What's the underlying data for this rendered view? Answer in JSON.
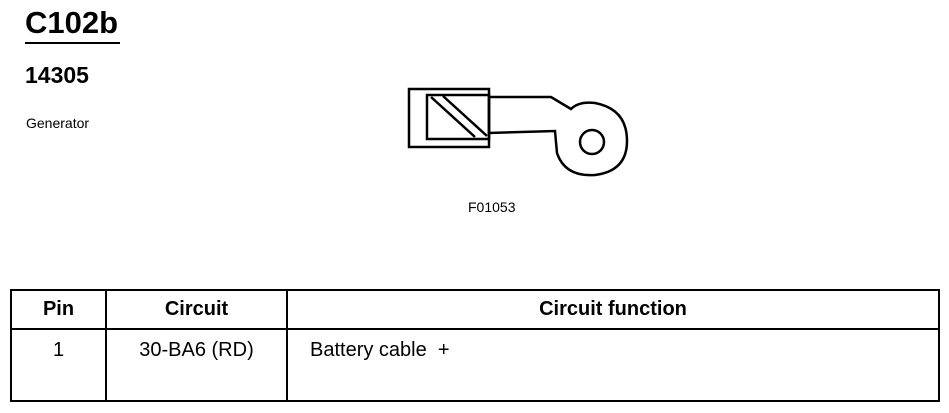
{
  "connector": {
    "id": "C102b",
    "part_number": "14305",
    "component": "Generator"
  },
  "figure": {
    "reference": "F01053"
  },
  "table": {
    "headers": {
      "pin": "Pin",
      "circuit": "Circuit",
      "function": "Circuit function"
    },
    "rows": [
      {
        "pin": "1",
        "circuit": "30-BA6 (RD)",
        "function": "Battery cable  +"
      }
    ]
  }
}
